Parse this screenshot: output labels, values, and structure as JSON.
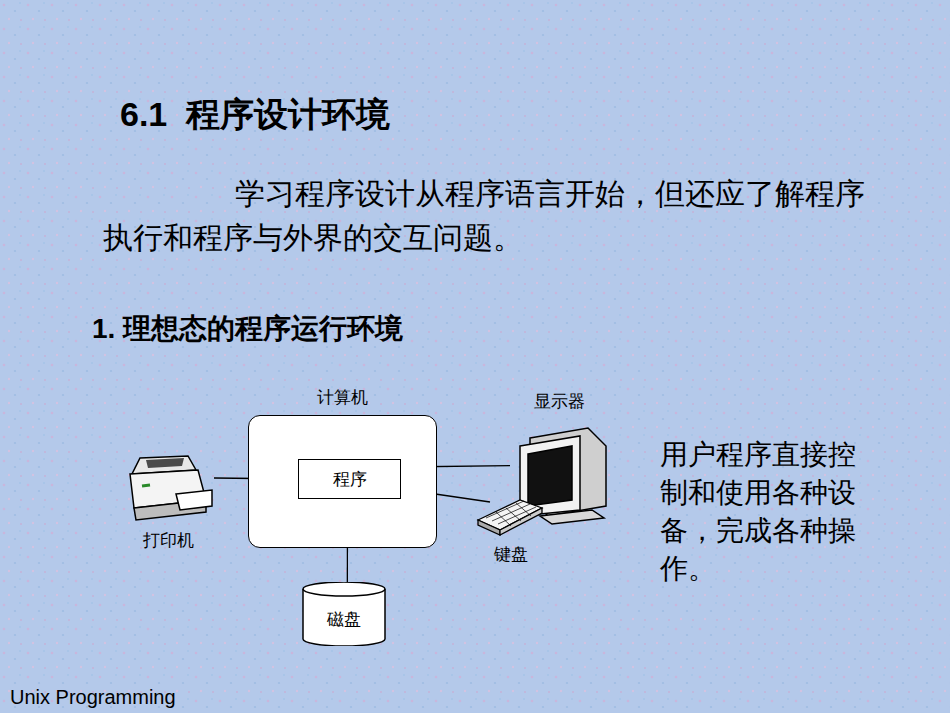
{
  "diagram": {
    "title": "6.1  程序设计环境",
    "nodes": [
      {
        "text": [
          "计算机"
        ]
      },
      {
        "text": [
          "程序"
        ],
        "in": 0
      },
      {
        "text": [
          "显示器"
        ]
      },
      {
        "text": [
          "打印机"
        ]
      },
      {
        "text": [
          "键盘"
        ]
      },
      {
        "text": [
          "磁盘"
        ]
      }
    ],
    "edges": [
      {
        "from": 1,
        "to": 3,
        "arrow": "none"
      },
      {
        "from": 1,
        "to": 2,
        "arrow": "none"
      },
      {
        "from": 1,
        "to": 4,
        "arrow": "none"
      },
      {
        "from": 1,
        "to": 5,
        "arrow": "none"
      }
    ],
    "labels": [
      "学习程序设计从程序语言开始，但还应了解程序执行和程序与外界的交互问题。",
      "1. 理想态的程序运行环境",
      "用户程序直接控制和使用各种设备，完成各种操作。",
      "Unix Programming"
    ]
  }
}
